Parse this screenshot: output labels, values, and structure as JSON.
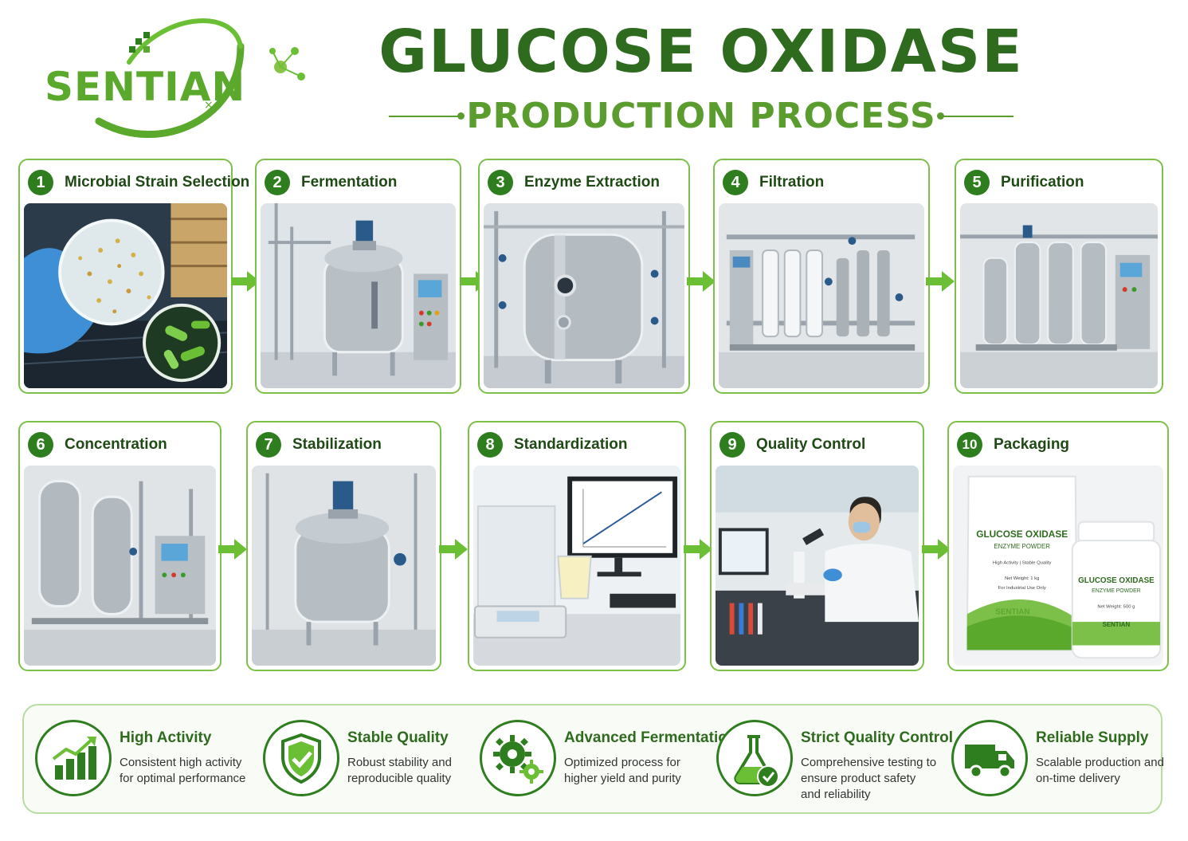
{
  "brand": {
    "logo_text": "SENTIAN"
  },
  "header": {
    "title": "GLUCOSE OXIDASE",
    "subtitle": "PRODUCTION PROCESS"
  },
  "steps": [
    {
      "number": "1",
      "label": "Microbial Strain Selection",
      "image": "petri-dish"
    },
    {
      "number": "2",
      "label": "Fermentation",
      "image": "fermentation-tank"
    },
    {
      "number": "3",
      "label": "Enzyme Extraction",
      "image": "extraction-vessel"
    },
    {
      "number": "4",
      "label": "Filtration",
      "image": "filtration-unit"
    },
    {
      "number": "5",
      "label": "Purification",
      "image": "purification-columns"
    },
    {
      "number": "6",
      "label": "Concentration",
      "image": "concentration-tanks"
    },
    {
      "number": "7",
      "label": "Stabilization",
      "image": "stabilization-tank"
    },
    {
      "number": "8",
      "label": "Standardization",
      "image": "balance-and-monitor"
    },
    {
      "number": "9",
      "label": "Quality Control",
      "image": "scientist-microscope"
    },
    {
      "number": "10",
      "label": "Packaging",
      "image": "product-packaging"
    }
  ],
  "packaging": {
    "bag_title": "GLUCOSE OXIDASE",
    "bag_subtitle": "ENZYME POWDER",
    "bag_line1": "High Activity | Stable Quality",
    "bag_line2": "Net Weight: 1 kg",
    "bag_line3": "For Industrial Use Only",
    "bag_brand": "SENTIAN",
    "jar_title": "GLUCOSE OXIDASE",
    "jar_subtitle": "ENZYME POWDER",
    "jar_line1": "Net Weight: 500 g",
    "jar_brand": "SENTIAN"
  },
  "features": [
    {
      "title": "High Activity",
      "description": "Consistent high activity for optimal performance",
      "icon": "bar-chart-growth-icon"
    },
    {
      "title": "Stable Quality",
      "description": "Robust stability and reproducible quality",
      "icon": "shield-check-icon"
    },
    {
      "title": "Advanced Fermentation",
      "description": "Optimized process for higher yield and purity",
      "icon": "gears-icon"
    },
    {
      "title": "Strict Quality Control",
      "description": "Comprehensive testing to ensure product safety and reliability",
      "icon": "flask-check-icon"
    },
    {
      "title": "Reliable Supply",
      "description": "Scalable production and on-time delivery",
      "icon": "delivery-truck-icon"
    }
  ],
  "colors": {
    "dark_green": "#2e6b1f",
    "brand_green": "#5aa82c",
    "badge_green": "#2e7d1e",
    "card_border": "#7cc04a"
  }
}
